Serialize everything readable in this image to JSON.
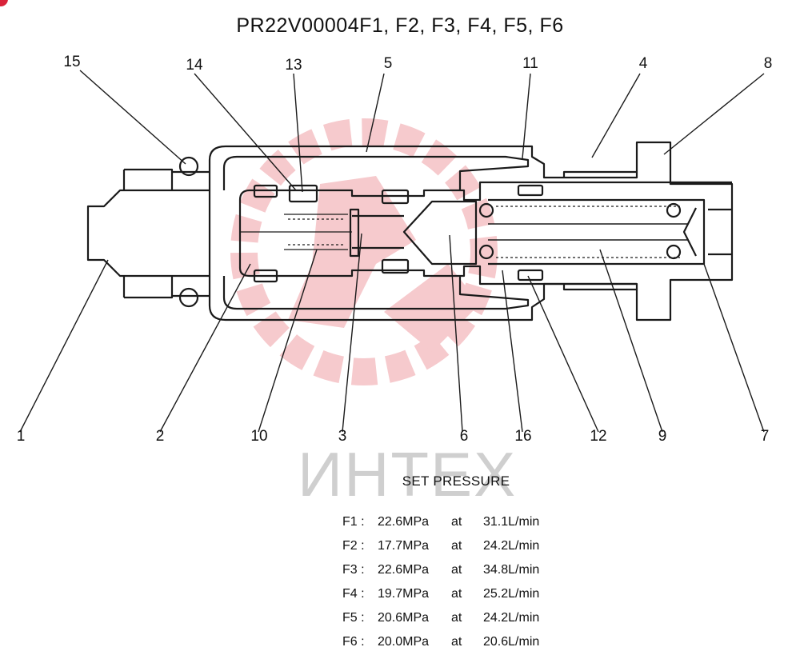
{
  "title": "PR22V00004F1, F2, F3, F4, F5, F6",
  "watermark": "ИНТЕХ",
  "callouts": {
    "c15": "15",
    "c14": "14",
    "c13": "13",
    "c5": "5",
    "c11": "11",
    "c4": "4",
    "c8": "8",
    "c1": "1",
    "c2": "2",
    "c10": "10",
    "c3": "3",
    "c6": "6",
    "c16": "16",
    "c12": "12",
    "c9": "9",
    "c7": "7"
  },
  "pressure": {
    "heading": "SET PRESSURE",
    "rows": [
      {
        "model": "F1 :",
        "value": "22.6MPa",
        "at": "at",
        "flow": "31.1L/min"
      },
      {
        "model": "F2 :",
        "value": "17.7MPa",
        "at": "at",
        "flow": "24.2L/min"
      },
      {
        "model": "F3 :",
        "value": "22.6MPa",
        "at": "at",
        "flow": "34.8L/min"
      },
      {
        "model": "F4 :",
        "value": "19.7MPa",
        "at": "at",
        "flow": "25.2L/min"
      },
      {
        "model": "F5 :",
        "value": "20.6MPa",
        "at": "at",
        "flow": "24.2L/min"
      },
      {
        "model": "F6 :",
        "value": "20.0MPa",
        "at": "at",
        "flow": "20.6L/min"
      }
    ]
  },
  "colors": {
    "line": "#1a1a1a",
    "watermark": "#f3b9bd",
    "accent": "#d9233a"
  }
}
